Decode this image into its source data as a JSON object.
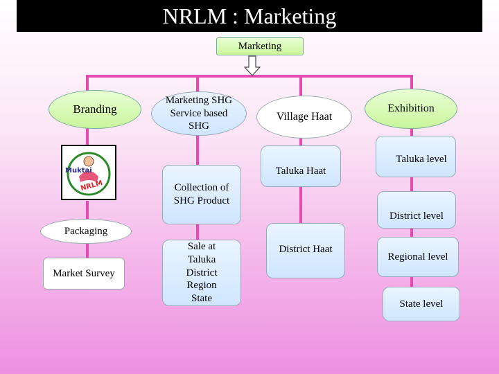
{
  "title": "NRLM : Marketing",
  "root": "Marketing",
  "branding": {
    "label": "Branding",
    "logo_text": "Muktai",
    "badge_text": "NRLM",
    "children": [
      "Packaging",
      "Market Survey"
    ]
  },
  "marketing_shg": {
    "label": "Marketing SHG Service based SHG",
    "children": [
      "Collection of SHG Product",
      "Sale at Taluka District Region State"
    ]
  },
  "village_haat": {
    "label": "Village Haat",
    "children": [
      "Taluka Haat",
      "District Haat"
    ]
  },
  "exhibition": {
    "label": "Exhibition",
    "children": [
      "Taluka level",
      "District level",
      "Regional level",
      "State level"
    ]
  },
  "colors": {
    "connector": "#e84bb0",
    "title_bg": "#000000"
  }
}
